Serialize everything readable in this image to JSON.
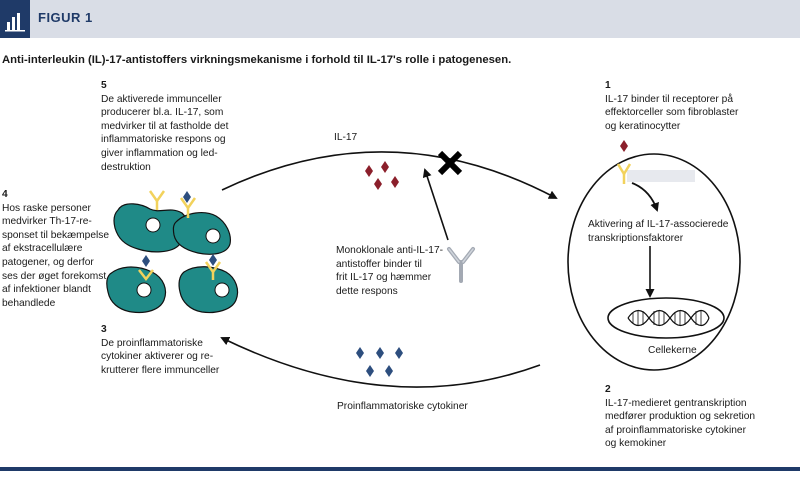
{
  "figure": {
    "title": "FIGUR 1",
    "subtitle": "Anti-interleukin (IL)-17-antistoffers virkningsmekanisme i forhold til IL-17's rolle i patogenesen."
  },
  "steps": {
    "s1": {
      "num": "1",
      "lines": [
        "IL-17 binder til receptorer på",
        "effektorceller som fibroblaster",
        "og keratinocytter"
      ]
    },
    "s2": {
      "num": "2",
      "lines": [
        "IL-17-medieret gentranskription",
        "medfører produktion og sekretion",
        "af proinflammatoriske cytokiner",
        "og kemokiner"
      ]
    },
    "s3": {
      "num": "3",
      "lines": [
        "De proinflammatoriske",
        "cytokiner aktiverer og re-",
        "krutterer flere immunceller"
      ]
    },
    "s4": {
      "num": "4",
      "lines": [
        "Hos raske personer",
        "medvirker Th-17-re-",
        "sponset til bekæmpelse",
        "af ekstracellulære",
        "patogener, og derfor",
        "ses der øget forekomst",
        "af infektioner blandt",
        "behandlede"
      ]
    },
    "s5": {
      "num": "5",
      "lines": [
        "De aktiverede immunceller",
        "producerer bl.a. IL-17, som",
        "medvirker til at fastholde det",
        "inflammatoriske respons og",
        "giver inflammation og led-",
        "destruktion"
      ]
    }
  },
  "labels": {
    "il17": "IL-17",
    "antibody": [
      "Monoklonale anti-IL-17-",
      "antistoffer binder til",
      "frit IL-17 og hæmmer",
      "dette respons"
    ],
    "cytokines": "Proinflammatoriske cytokiner",
    "activation": [
      "Aktivering af IL-17-associerede",
      "transkriptionsfaktorer"
    ],
    "nucleus": "Cellekerne"
  },
  "colors": {
    "navy": "#1f3a68",
    "header_bg": "#d9dde6",
    "cell_teal": "#1f8a87",
    "il17_red": "#8b1f2b",
    "cytokine_blue": "#2d4e7e",
    "receptor_yellow": "#f2d25c"
  }
}
